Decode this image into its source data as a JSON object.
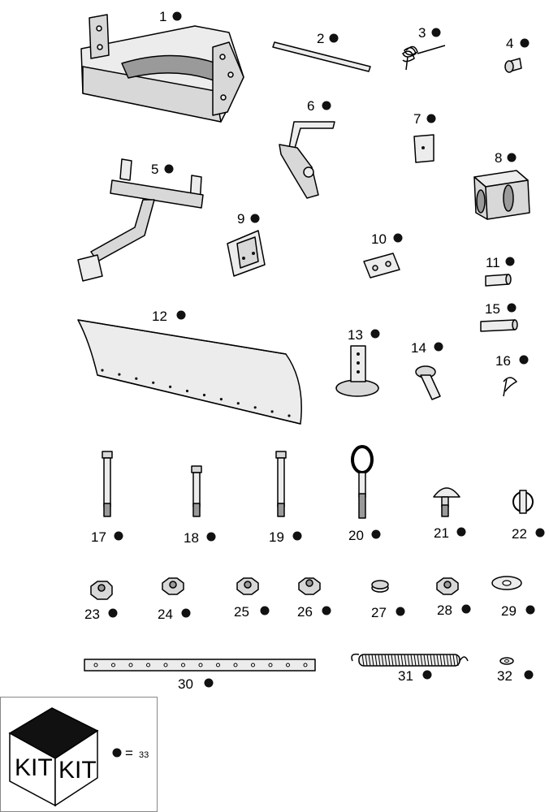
{
  "callouts": [
    {
      "n": "1"
    },
    {
      "n": "2"
    },
    {
      "n": "3"
    },
    {
      "n": "4"
    },
    {
      "n": "5"
    },
    {
      "n": "6"
    },
    {
      "n": "7"
    },
    {
      "n": "8"
    },
    {
      "n": "9"
    },
    {
      "n": "10"
    },
    {
      "n": "11"
    },
    {
      "n": "12"
    },
    {
      "n": "13"
    },
    {
      "n": "14"
    },
    {
      "n": "15"
    },
    {
      "n": "16"
    },
    {
      "n": "17"
    },
    {
      "n": "18"
    },
    {
      "n": "19"
    },
    {
      "n": "20"
    },
    {
      "n": "21"
    },
    {
      "n": "22"
    },
    {
      "n": "23"
    },
    {
      "n": "24"
    },
    {
      "n": "25"
    },
    {
      "n": "26"
    },
    {
      "n": "27"
    },
    {
      "n": "28"
    },
    {
      "n": "29"
    },
    {
      "n": "30"
    },
    {
      "n": "31"
    },
    {
      "n": "32"
    }
  ],
  "kit": {
    "box_label_left": "KIT",
    "box_label_right": "KIT",
    "legend_equals": "=",
    "legend_value": "33"
  }
}
